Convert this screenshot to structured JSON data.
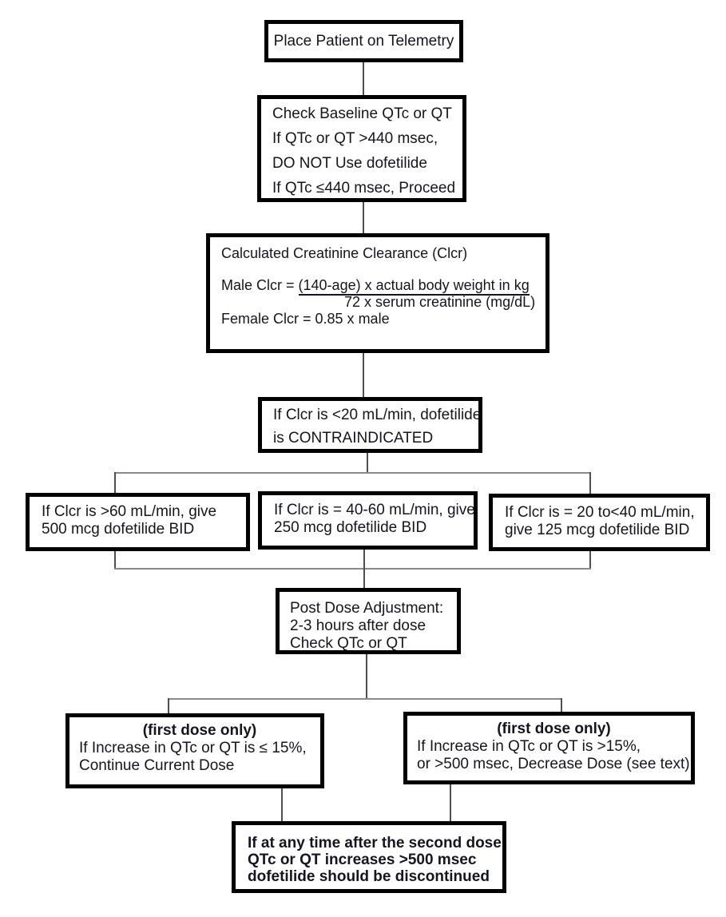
{
  "flowchart": {
    "description": "Dofetilide initiation dosing flowchart",
    "colors": {
      "background": "#ffffff",
      "box_border": "#000000",
      "text": "#15151f",
      "connector": "#4f4f4f",
      "connector_light": "#8a8a8a"
    },
    "nodes": {
      "telemetry": {
        "line1": "Place Patient on Telemetry"
      },
      "qtc_check": {
        "line1": "Check Baseline QTc or QT",
        "line2": "If QTc or QT >440 msec,",
        "line3": "DO NOT Use dofetilide",
        "line4": "If QTc ≤440 msec, Proceed"
      },
      "creatinine_clearance": {
        "title": "Calculated Creatinine Clearance (Clcr)",
        "male_prefix": "Male Clcr = ",
        "male_numerator": "(140-age) x actual body weight in kg",
        "male_denominator": "72 x serum creatinine (mg/dL)",
        "female_line": "Female Clcr = 0.85 x male"
      },
      "contraindicated": {
        "line1": "If Clcr is <20 mL/min, dofetilide",
        "line2": "is CONTRAINDICATED"
      },
      "dose_500": {
        "line1": "If Clcr is >60 mL/min, give",
        "line2": "500 mcg dofetilide BID"
      },
      "dose_250": {
        "line1": "If Clcr is = 40-60 mL/min, give",
        "line2": "250 mcg dofetilide BID"
      },
      "dose_125": {
        "line1": "If Clcr is = 20 to<40 mL/min,",
        "line2": "give 125 mcg dofetilide BID"
      },
      "post_dose": {
        "line1": "Post Dose Adjustment:",
        "line2": "2-3 hours after dose",
        "line3": "Check QTc or QT"
      },
      "continue_dose": {
        "header": "(first dose only)",
        "line1": "If Increase in QTc or QT is ≤ 15%,",
        "line2": "Continue Current Dose"
      },
      "decrease_dose": {
        "header": "(first dose only)",
        "line1": "If Increase in QTc or QT is >15%,",
        "line2": "or >500 msec, Decrease Dose (see text)"
      },
      "discontinue": {
        "line1": "If at any time after the second dose",
        "line2": "QTc or QT increases >500 msec",
        "line3": "dofetilide should be discontinued"
      }
    }
  }
}
